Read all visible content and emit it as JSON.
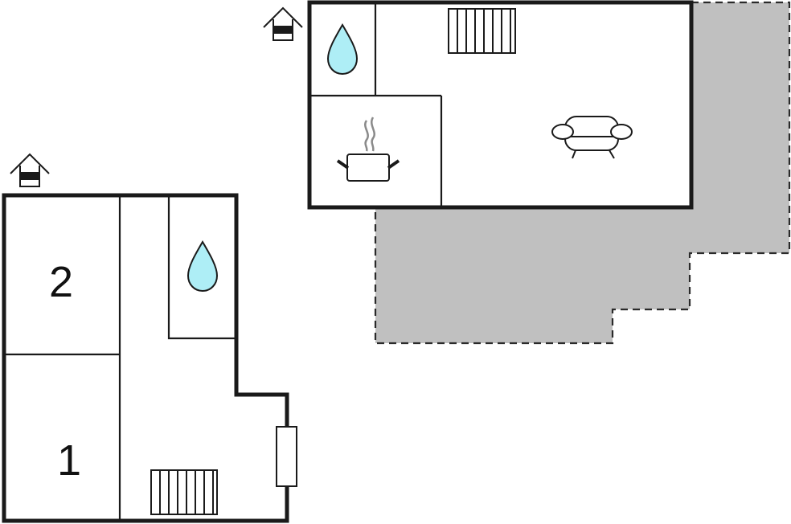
{
  "plan": {
    "rooms": [
      {
        "id": "bedroom-1",
        "label": "1"
      },
      {
        "id": "bedroom-2",
        "label": "2"
      }
    ],
    "icons": [
      "entrance-house-icon",
      "water-drop-icon",
      "radiator-icon",
      "cooking-pot-icon",
      "sofa-icon",
      "door-window-icon"
    ],
    "colors": {
      "wall": "#1a1a1a",
      "water": "#aeeef6",
      "terrace": "#c0c0c0",
      "terrace_border": "#2a2a2a",
      "background": "#ffffff"
    }
  }
}
